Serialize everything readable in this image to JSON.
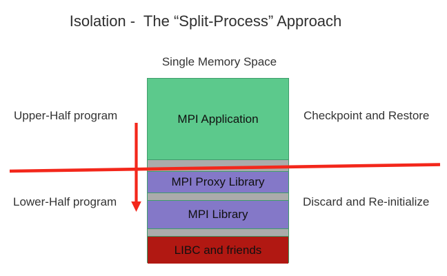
{
  "slide": {
    "title": "Isolation -  The “Split-Process” Approach",
    "memory_caption": "Single Memory Space",
    "stack": {
      "layers": [
        {
          "id": "mpi-application",
          "label": "MPI Application",
          "color": "#5cc98c"
        },
        {
          "id": "mpi-proxy-library",
          "label": "MPI Proxy Library",
          "color": "#8478c8"
        },
        {
          "id": "mpi-library",
          "label": "MPI Library",
          "color": "#8478c8"
        },
        {
          "id": "libc-and-friends",
          "label": "LIBC and friends",
          "color": "#b11812"
        }
      ],
      "gap_color": "#ababab",
      "border_color": "#3e9c6b"
    },
    "annotations": {
      "upper_left": "Upper-Half program",
      "lower_left": "Lower-Half program",
      "upper_right": "Checkpoint and Restore",
      "lower_right": "Discard and Re-initialize",
      "divider_color": "#f3271b",
      "arrow_color": "#f3271b"
    }
  }
}
